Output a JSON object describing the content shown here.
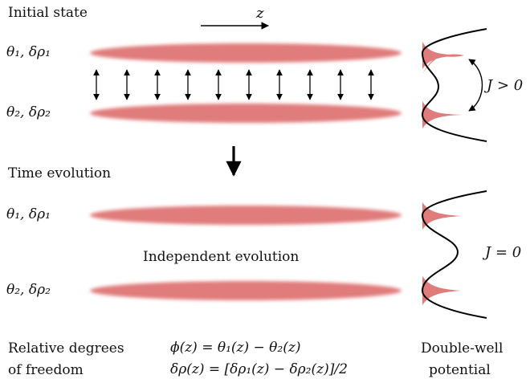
{
  "sections": {
    "initial": "Initial state",
    "evolution": "Time evolution"
  },
  "axis_label": "z",
  "top_panel": {
    "cloud1_label": "θ₁, δρ₁",
    "cloud2_label": "θ₂, δρ₂",
    "coupling": "J > 0"
  },
  "bottom_panel": {
    "cloud1_label": "θ₁, δρ₁",
    "cloud2_label": "θ₂, δρ₂",
    "middle_text": "Independent evolution",
    "coupling": "J = 0"
  },
  "footer": {
    "left_line1": "Relative degrees",
    "left_line2": "of freedom",
    "eq1": "ϕ(z) = θ₁(z) − θ₂(z)",
    "eq2": "δρ(z) = [δρ₁(z) − δρ₂(z)]/2",
    "right_line1": "Double-well",
    "right_line2": "potential"
  },
  "colors": {
    "cloud": "#e07c7c",
    "line": "#000000"
  }
}
